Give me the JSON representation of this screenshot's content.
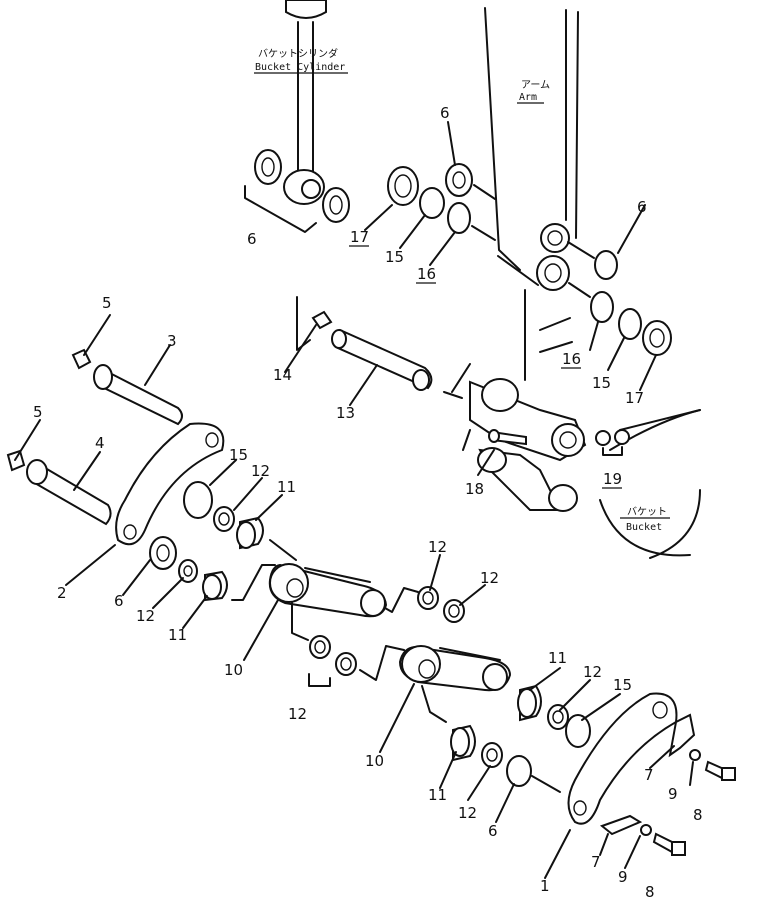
{
  "labels": {
    "bucket_cylinder_jp": "バケットシリンダ",
    "bucket_cylinder_en": "Bucket Cylinder",
    "arm_jp": "アーム",
    "arm_en": "Arm",
    "bucket_jp": "バケット",
    "bucket_en": "Bucket"
  },
  "callouts": {
    "c1": "1",
    "c2": "2",
    "c3": "3",
    "c4": "4",
    "c5a": "5",
    "c5b": "5",
    "c6a": "6",
    "c6b": "6",
    "c6c": "6",
    "c6d": "6",
    "c6e": "6",
    "c7a": "7",
    "c7b": "7",
    "c8a": "8",
    "c8b": "8",
    "c9a": "9",
    "c9b": "9",
    "c10a": "10",
    "c10b": "10",
    "c11a": "11",
    "c11b": "11",
    "c11c": "11",
    "c11d": "11",
    "c12a": "12",
    "c12b": "12",
    "c12c": "12",
    "c12d": "12",
    "c12e": "12",
    "c12f": "12",
    "c12g": "12",
    "c13": "13",
    "c14": "14",
    "c15a": "15",
    "c15b": "15",
    "c15c": "15",
    "c15d": "15",
    "c16a": "16",
    "c16b": "16",
    "c17a": "17",
    "c17b": "17",
    "c18": "18",
    "c19": "19"
  }
}
